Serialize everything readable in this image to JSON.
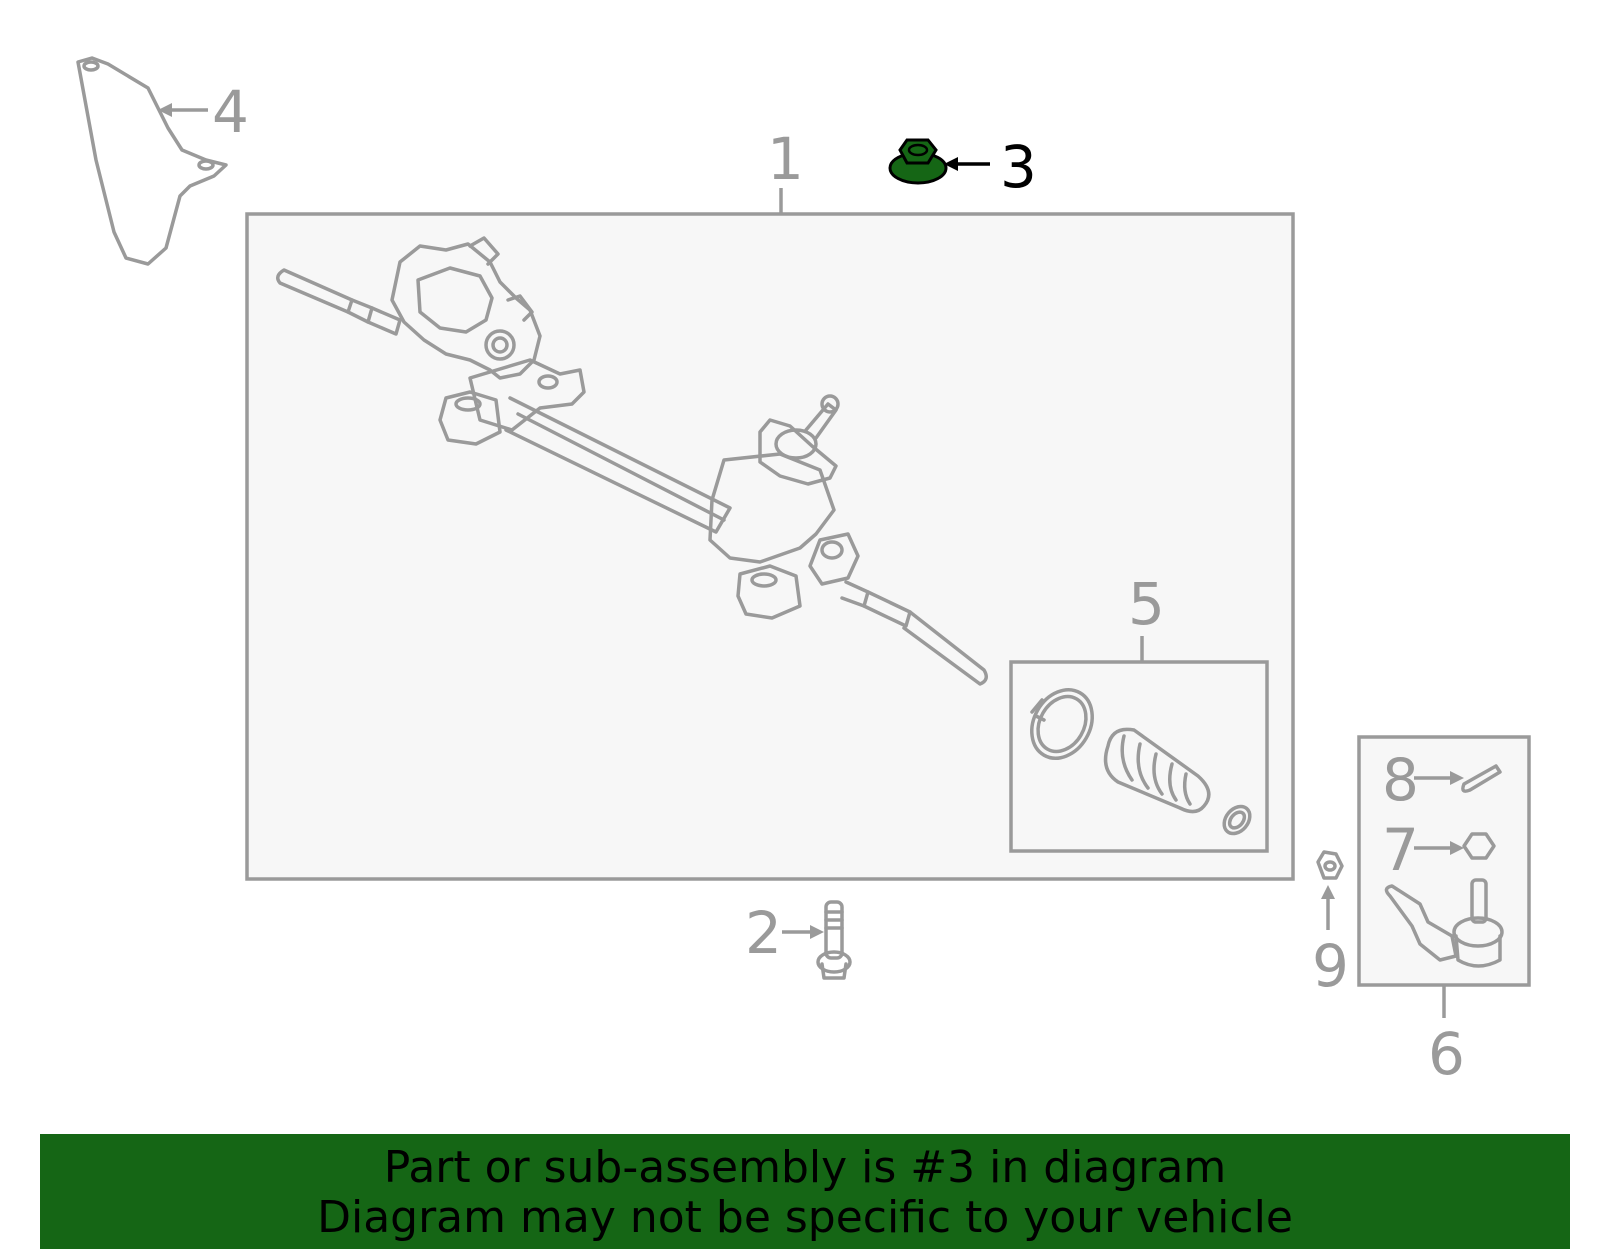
{
  "callouts": {
    "c1": "1",
    "c2": "2",
    "c3": "3",
    "c4": "4",
    "c5": "5",
    "c6": "6",
    "c7": "7",
    "c8": "8",
    "c9": "9"
  },
  "highlighted_part": "3",
  "colors": {
    "highlight": "#156615",
    "banner_background": "#156615",
    "line": "#9a9a9a"
  },
  "banner": {
    "line1": "Part or sub-assembly is #3 in diagram",
    "line2": "Diagram may not be specific to your vehicle"
  }
}
